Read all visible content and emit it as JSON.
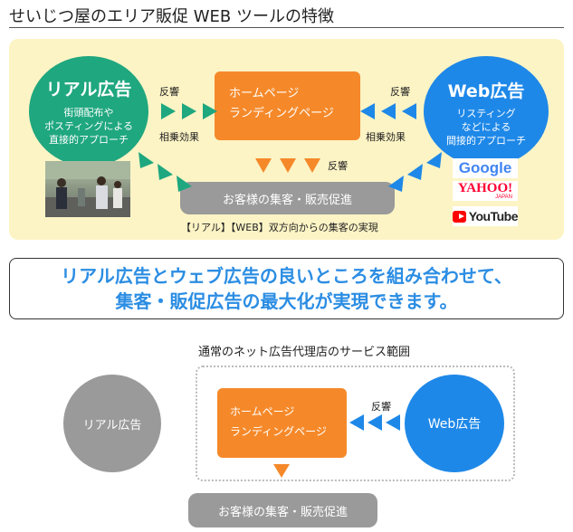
{
  "title": "せいじつ屋のエリア販促 WEB ツールの特徴",
  "top": {
    "real_ad": {
      "title": "リアル広告",
      "lines": [
        "街頭配布や",
        "ポスティングによる",
        "直接的アプローチ"
      ]
    },
    "web_ad": {
      "title": "Web広告",
      "lines": [
        "リスティング",
        "などによる",
        "間接的アプローチ"
      ]
    },
    "homepage": {
      "lines": [
        "ホームページ",
        "ランディングページ"
      ]
    },
    "customer": "お客様の集客・販売促進",
    "left_label_top": "反響",
    "left_label_bottom": "相乗効果",
    "right_label_top": "反響",
    "right_label_bottom": "相乗効果",
    "down_label": "反響",
    "caption": "【リアル】【WEB】双方向からの集客の実現",
    "logos": {
      "google": "Google",
      "yahoo": "YAHOO!",
      "yahoo_sub": "JAPAN",
      "youtube": "YouTube"
    }
  },
  "message": {
    "line1": "リアル広告とウェブ広告の良いところを組み合わせて、",
    "line2": "集客・販促広告の最大化が実現できます。"
  },
  "bottom": {
    "title": "通常のネット広告代理店のサービス範囲",
    "real_ad": "リアル広告",
    "homepage": {
      "lines": [
        "ホームページ",
        "ランディングページ"
      ]
    },
    "web_ad": "Web広告",
    "label": "反響",
    "customer": "お客様の集客・販売促進"
  },
  "colors": {
    "green": "#1fa77f",
    "blue": "#1e88e8",
    "orange": "#f5892a",
    "gray": "#9a9a9a",
    "panel": "#fdf4c5",
    "message": "#2b8de3"
  }
}
